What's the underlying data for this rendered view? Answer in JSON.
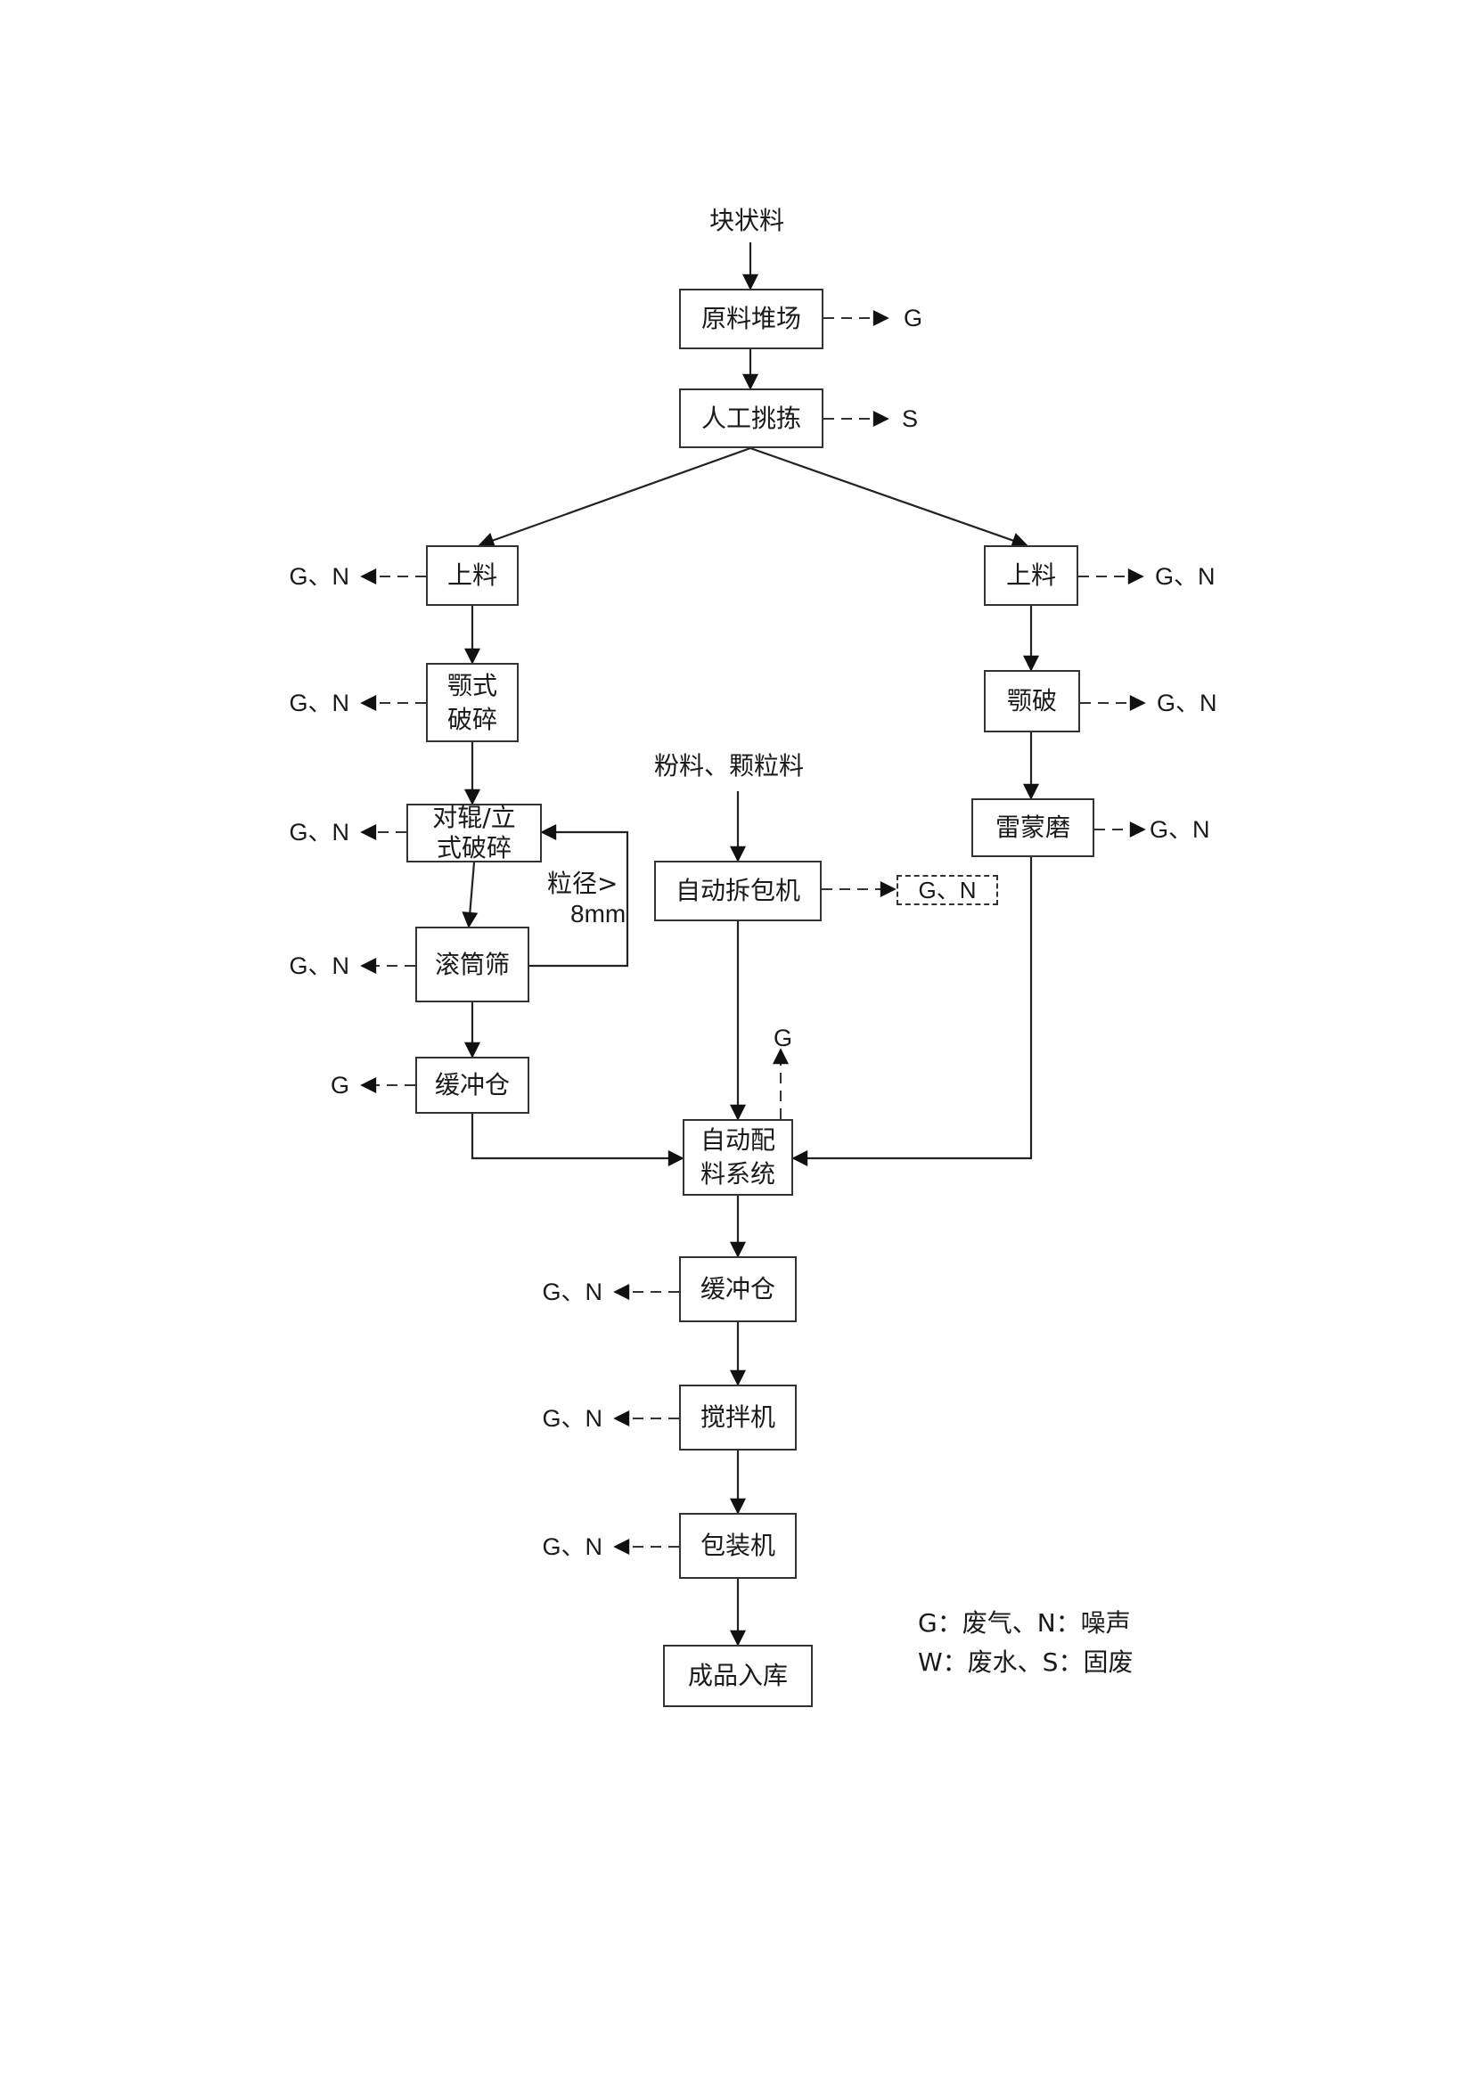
{
  "inputs": {
    "lump_material": "块状料",
    "powder_material": "粉料、颗粒料"
  },
  "nodes": {
    "raw_yard": "原料堆场",
    "manual_sort": "人工挑拣",
    "left_feed": "上料",
    "left_jaw_crusher": "颚式\n破碎",
    "roller_crusher": "对辊/立\n式破碎",
    "drum_screen": "滚筒筛",
    "left_buffer": "缓冲仓",
    "right_feed": "上料",
    "right_jaw_crusher": "颚破",
    "raymond_mill": "雷蒙磨",
    "unpacker": "自动拆包机",
    "batching": "自动配\n料系统",
    "buffer": "缓冲仓",
    "mixer": "搅拌机",
    "packer": "包装机",
    "storage": "成品入库"
  },
  "oversize_note": {
    "line1": "粒径>",
    "line2": "8mm"
  },
  "emissions": {
    "raw_yard": "G",
    "manual_sort": "S",
    "left_feed": "G、N",
    "left_jaw_crusher": "G、N",
    "roller_crusher": "G、N",
    "drum_screen": "G、N",
    "left_buffer": "G",
    "right_feed": "G、N",
    "right_jaw_crusher": "G、N",
    "raymond_mill": "G、N",
    "unpacker": "G、N",
    "batching": "G",
    "buffer": "G、N",
    "mixer": "G、N",
    "packer": "G、N"
  },
  "legend": {
    "line1": "G：废气、N：噪声",
    "line2": "W：废水、S：固废"
  }
}
